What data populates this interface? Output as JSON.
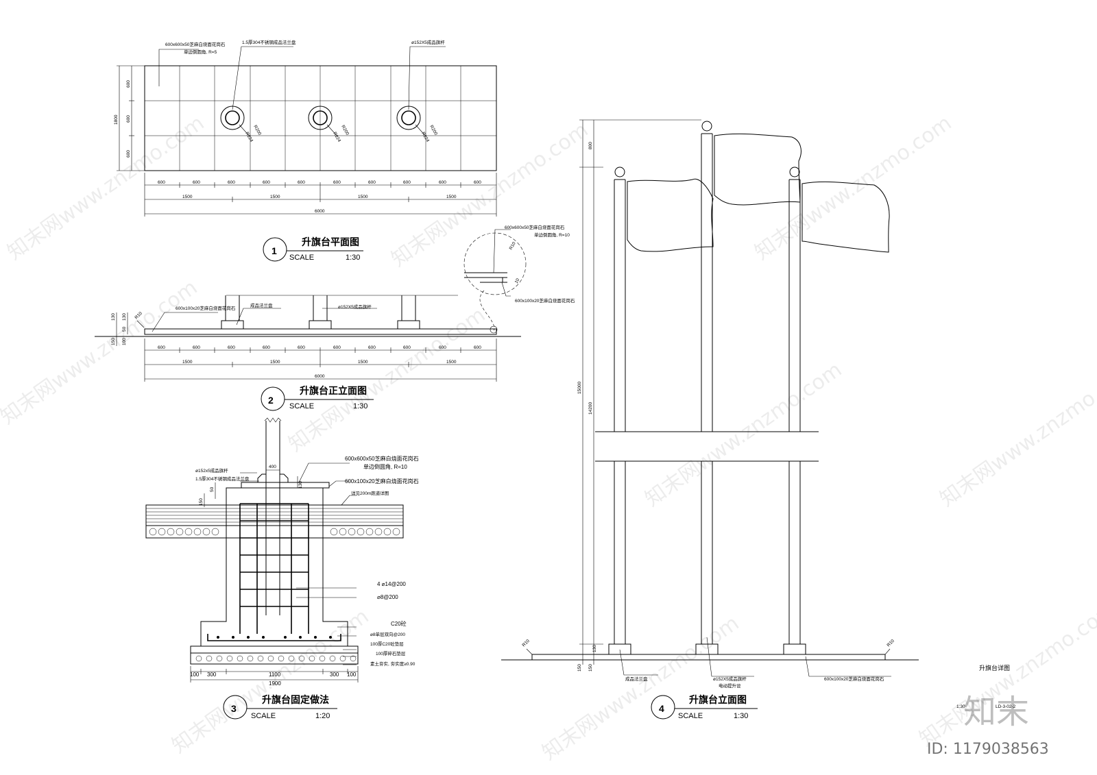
{
  "plan": {
    "title": "升旗台平面图",
    "number": "1",
    "scale_label": "SCALE",
    "scale_value": "1:30",
    "note_tile": "600x600x50芝麻白烧面花岗石",
    "note_tile2": "单边倒圆角, R=5",
    "note_flange": "1.5厚304不锈钢成品法兰盘",
    "note_pole": "ø152X5成品旗杆",
    "radius_outer": "R200",
    "radius_inner": "R124",
    "dim_rows": [
      "600",
      "600",
      "600"
    ],
    "dim_total_h": "1800",
    "dim_cells": [
      "600",
      "600",
      "600",
      "600",
      "600",
      "600",
      "600",
      "600",
      "600",
      "600"
    ],
    "dim_spans": [
      "1500",
      "1500",
      "1500",
      "1500"
    ],
    "dim_total": "6000"
  },
  "front": {
    "title": "升旗台正立面图",
    "number": "2",
    "scale_label": "SCALE",
    "scale_value": "1:30",
    "note_curb": "600x100x20芝麻白烧面花岗石",
    "note_flange": "成品法兰盘",
    "note_pole": "ø152X5成品旗杆",
    "radius": "R10",
    "dim_left": [
      "130",
      "50",
      "130",
      "150",
      "100"
    ],
    "dim_cells": [
      "600",
      "600",
      "600",
      "600",
      "600",
      "600",
      "600",
      "600",
      "600",
      "600"
    ],
    "dim_spans": [
      "1500",
      "1500",
      "1500",
      "1500"
    ],
    "dim_total": "6000"
  },
  "detail": {
    "note1": "600x600x50芝麻白烧面花岗石",
    "note2": "单边倒圆角, R=10",
    "note3": "600x100x20芝麻白烧面花岗石",
    "radius": "R10",
    "dim": "10"
  },
  "section": {
    "title": "升旗台固定做法",
    "number": "3",
    "scale_label": "SCALE",
    "scale_value": "1:20",
    "dim_top": "400",
    "note_pole": "ø152x5成品旗杆",
    "note_flange": "1.5厚304不锈钢成品法兰盘",
    "note_tile": "600x600x50芝麻白烧面花岗石",
    "note_tile2": "单边倒圆角, R=10",
    "note_curb": "600x100x20芝麻白烧面花岗石",
    "note_paving": "详见200m跑道详图",
    "note_rebar1": "4 ⌀14@200",
    "note_rebar2": "⌀8@200",
    "note_concrete": "C20砼",
    "note_rebar3": "⌀8单层双向@200",
    "note_base1": "100厚C20砼垫层",
    "note_base2": "100厚碎石垫层",
    "note_soil": "素土夯实, 夯实度≥0.90",
    "dims_left": [
      "150",
      "50"
    ],
    "dim_130": "130",
    "dims_bottom": [
      "100",
      "300",
      "1100",
      "300",
      "100"
    ],
    "dim_total": "1900"
  },
  "elevation": {
    "title": "升旗台立面图",
    "number": "4",
    "scale_label": "SCALE",
    "scale_value": "1:30",
    "dim_top": "800",
    "dim_total": "15000",
    "dim_pole": "14200",
    "dim_130": "130",
    "dims_bottom": [
      "150",
      "150"
    ],
    "radius_left": "R10",
    "radius_right": "R10",
    "note_flange": "成品法兰盘",
    "note_pole": "ø152X5成品旗杆",
    "note_pole2": "电动提升设",
    "note_curb": "600x100x20芝麻白烧面花岗石"
  },
  "sheet": {
    "detail_label": "升旗台详图",
    "scale_stub": "1:30",
    "code_stub": "LD-3-02-2"
  },
  "watermark": {
    "brand": "知末网www.znzmo.com",
    "logo": "知末",
    "id": "ID: 1179038563"
  }
}
